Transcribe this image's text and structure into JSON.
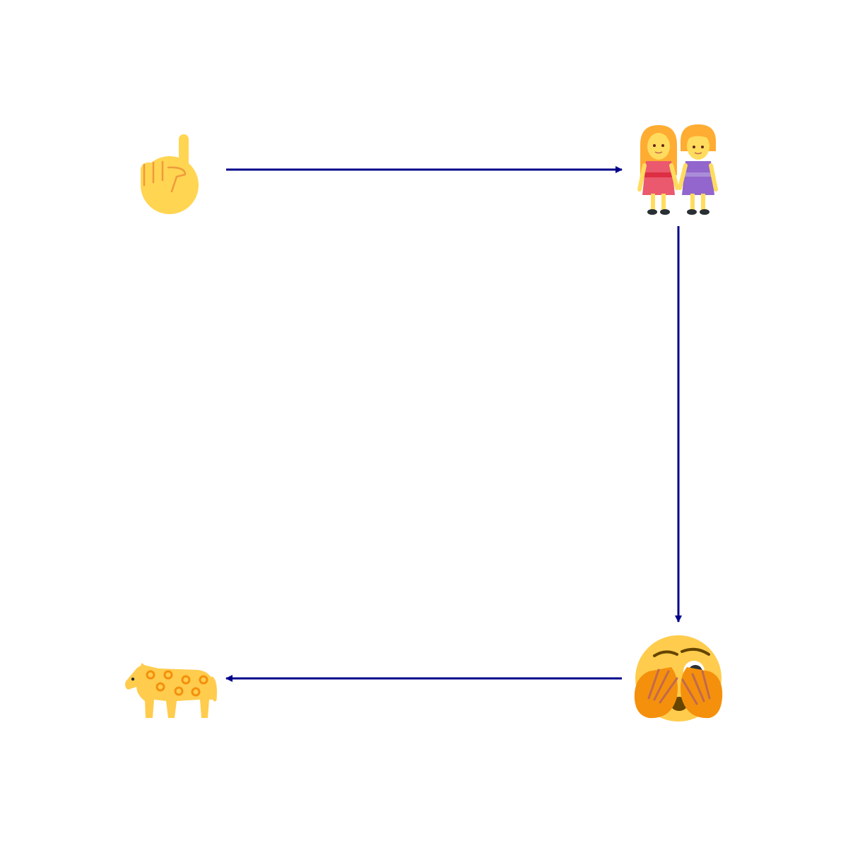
{
  "diagram": {
    "edge_color": "#00008b",
    "nodes": [
      {
        "id": "index-pointing-up",
        "icon": "index-pointing-up-icon",
        "emoji": "☝️"
      },
      {
        "id": "women-holding-hands",
        "icon": "women-holding-hands-icon",
        "emoji": "👭"
      },
      {
        "id": "face-with-open-eyes-and-hand-over-mouth",
        "icon": "face-with-open-eyes-and-hand-over-mouth-icon",
        "emoji": "🫣"
      },
      {
        "id": "leopard",
        "icon": "leopard-icon",
        "emoji": "🐆"
      }
    ],
    "edges": [
      {
        "from": "index-pointing-up",
        "to": "women-holding-hands"
      },
      {
        "from": "women-holding-hands",
        "to": "face-with-open-eyes-and-hand-over-mouth"
      },
      {
        "from": "face-with-open-eyes-and-hand-over-mouth",
        "to": "leopard"
      }
    ]
  }
}
